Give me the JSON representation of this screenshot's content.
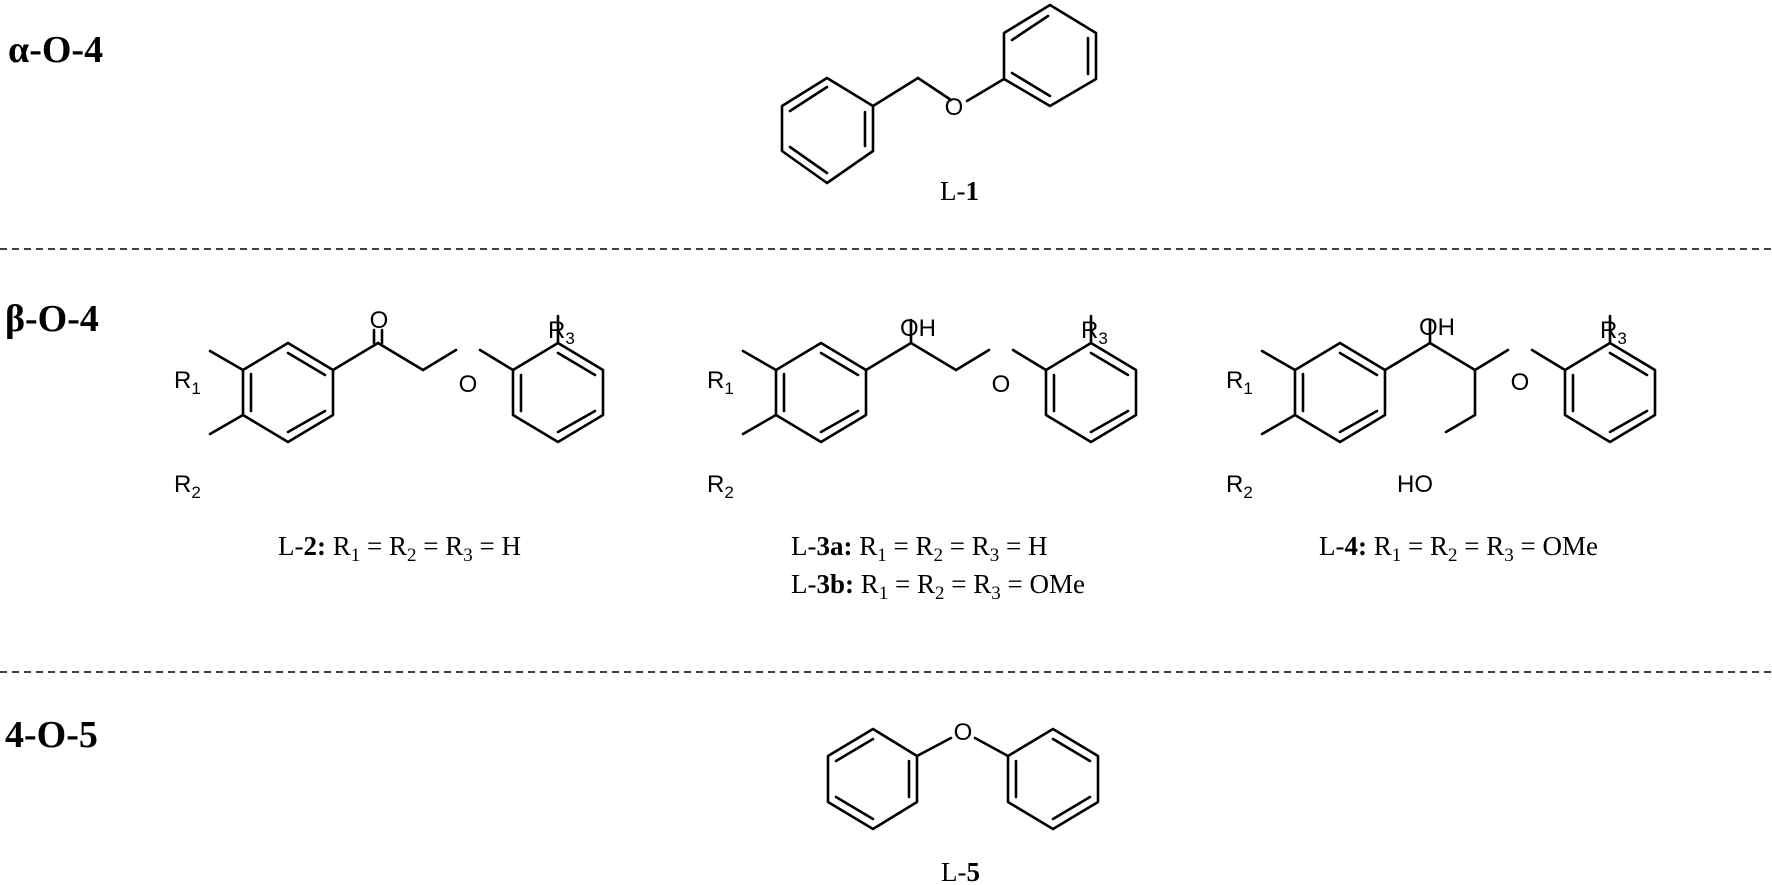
{
  "sections": [
    {
      "label": "α-O-4"
    },
    {
      "label": "β-O-4"
    },
    {
      "label": "4-O-5"
    }
  ],
  "atoms": {
    "O": "O",
    "OH": "OH",
    "HO": "HO",
    "R": "R",
    "s1": "1",
    "s2": "2",
    "s3": "3"
  },
  "captions": {
    "L1": {
      "prefix": "L-",
      "num": "1"
    },
    "L2": {
      "prefix": "L-",
      "num": "2:",
      "rest": "H"
    },
    "L3a": {
      "prefix": "L-",
      "num": "3a:",
      "rest": "H"
    },
    "L3b": {
      "prefix": "L-",
      "num": "3b:",
      "rest": "OMe"
    },
    "L4": {
      "prefix": "L-",
      "num": "4:",
      "rest": "OMe"
    },
    "L5": {
      "prefix": "L-",
      "num": "5"
    },
    "R": "R",
    "s1": "1",
    "s2": "2",
    "s3": "3",
    "eq": "="
  }
}
